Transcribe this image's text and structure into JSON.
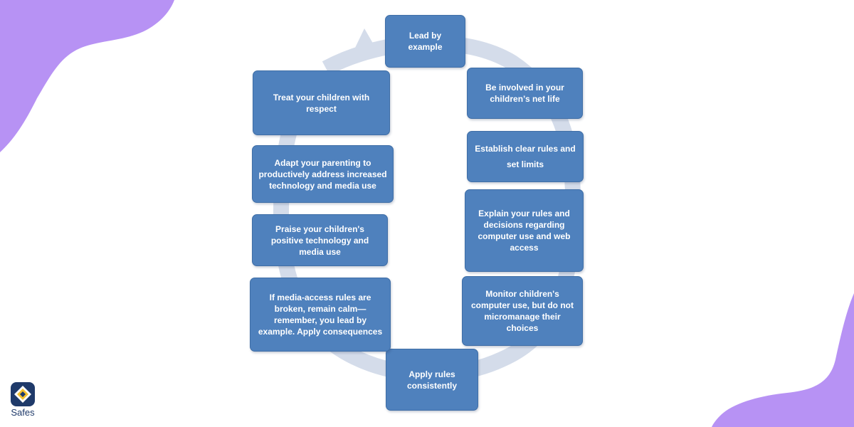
{
  "colors": {
    "box_fill": "#4f81bd",
    "box_border": "#3f6ea6",
    "cycle_arrow": "#d4dcea",
    "corner_blob": "#b792f4",
    "logo_blue": "#1f3a6a",
    "logo_yellow": "#f6c12f"
  },
  "diagram": {
    "steps": [
      {
        "text": "Lead by example"
      },
      {
        "text": "Be involved in your children’s net life"
      },
      {
        "text": "Establish clear rules and set limits"
      },
      {
        "text": "Explain your rules and decisions regarding computer use and web access"
      },
      {
        "text": "Monitor children's computer use, but do not micromanage their choices"
      },
      {
        "text": "Apply rules consistently"
      },
      {
        "text": "If media-access  rules  are broken, remain calm—remember, you lead by example. Apply consequences"
      },
      {
        "text": "Praise your children's positive technology and media use"
      },
      {
        "text": "Adapt your parenting to productively address increased technology and media use"
      },
      {
        "text": "Treat your children with respect"
      }
    ],
    "arrow_icon": "circular-cycle-arrow"
  },
  "brand": {
    "name": "Safes",
    "icon": "safes-logo-icon"
  }
}
